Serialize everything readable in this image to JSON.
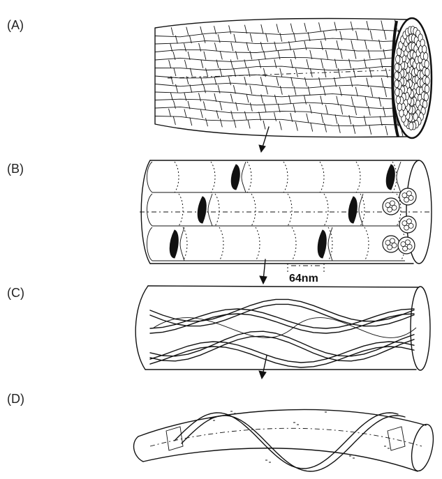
{
  "panels": {
    "a": {
      "label": "(A)"
    },
    "b": {
      "label": "(B)",
      "scale_label": "64nm"
    },
    "c": {
      "label": "(C)"
    },
    "d": {
      "label": "(D)"
    }
  },
  "colors": {
    "ink": "#111111",
    "background": "#ffffff"
  }
}
